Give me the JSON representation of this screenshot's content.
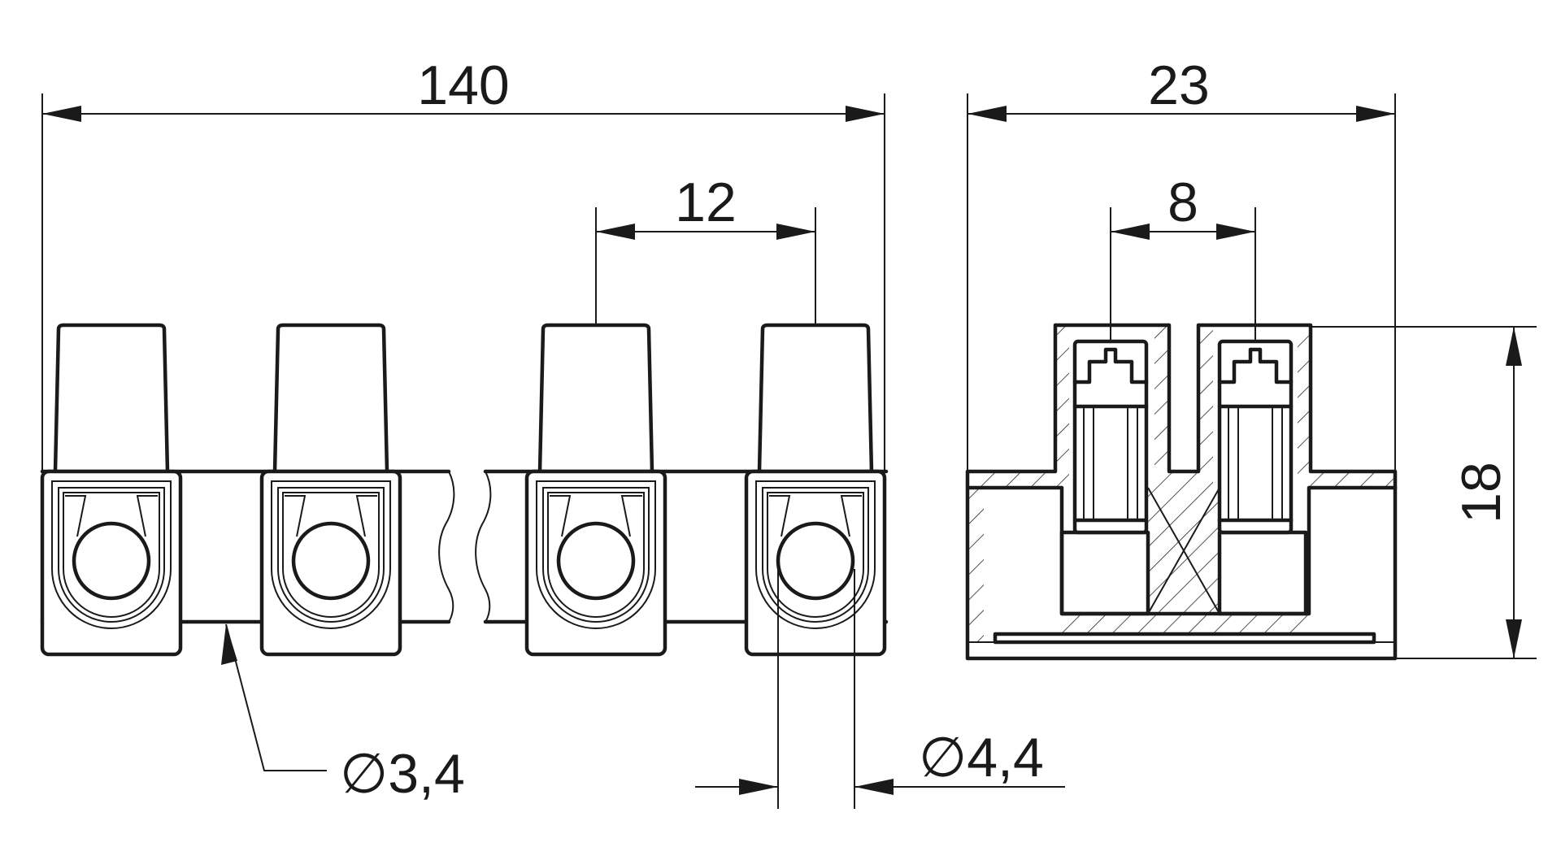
{
  "drawing": {
    "dimensions": {
      "overall_length": "140",
      "pitch": "12",
      "overall_depth": "23",
      "screw_spacing": "8",
      "height": "18",
      "wire_hole_small": "∅3,4",
      "wire_hole_large": "∅4,4"
    },
    "colors": {
      "line": "#1a1a1a",
      "background": "#ffffff"
    }
  }
}
